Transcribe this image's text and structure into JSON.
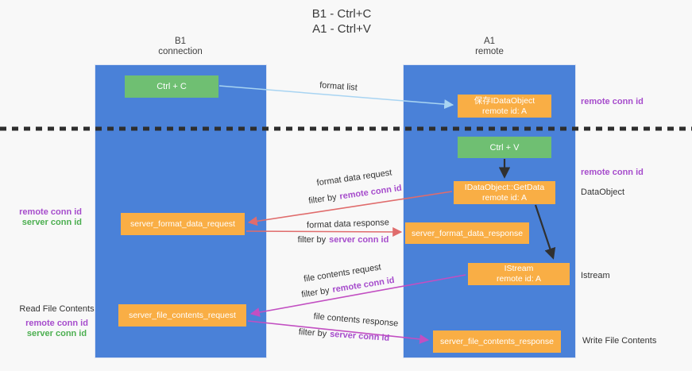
{
  "title": {
    "line1": "B1 - Ctrl+C",
    "line2": "A1 - Ctrl+V"
  },
  "lanes": {
    "left": {
      "title": "B1",
      "subtitle": "connection"
    },
    "right": {
      "title": "A1",
      "subtitle": "remote"
    }
  },
  "nodes": {
    "ctrl_c": {
      "label": "Ctrl + C"
    },
    "ctrl_v": {
      "label": "Ctrl + V"
    },
    "save_dataobject": {
      "line1": "保存IDataObject",
      "line2": "remote id: A"
    },
    "getdata": {
      "line1": "IDataObject::GetData",
      "line2": "remote id: A"
    },
    "istream": {
      "line1": "IStream",
      "line2": "remote id: A"
    },
    "server_format_data_request": {
      "label": "server_format_data_request"
    },
    "server_format_data_response": {
      "label": "server_format_data_response"
    },
    "server_file_contents_request": {
      "label": "server_file_contents_request"
    },
    "server_file_contents_response": {
      "label": "server_file_contents_response"
    }
  },
  "edges": {
    "format_list": {
      "label": "format list"
    },
    "format_data_request": {
      "label": "format data request",
      "filter_prefix": "filter by",
      "filter_value": "remote conn id"
    },
    "format_data_response": {
      "label": "format data response",
      "filter_prefix": "filter by",
      "filter_value": "server conn id"
    },
    "file_contents_request": {
      "label": "file contents request",
      "filter_prefix": "filter by",
      "filter_value": "remote conn id"
    },
    "file_contents_response": {
      "label": "file contents response",
      "filter_prefix": "filter by",
      "filter_value": "server conn id"
    }
  },
  "annotations": {
    "left_remote_conn_id": "remote conn id",
    "left_server_conn_id": "server conn id",
    "read_file_contents": "Read File Contents",
    "left_remote_conn_id_2": "remote conn id",
    "left_server_conn_id_2": "server conn id",
    "right_remote_conn_id_1": "remote conn id",
    "right_remote_conn_id_2": "remote conn id",
    "dataobject": "DataObject",
    "istream": "Istream",
    "write_file_contents": "Write File Contents"
  },
  "colors": {
    "lane-blue": "#4a81d8",
    "node-orange": "#F9AE45",
    "node-green": "#6FBF72",
    "arrow-lightblue": "#A8D4F2",
    "arrow-red": "#E06C6C",
    "arrow-magenta": "#C24FC2",
    "arrow-black": "#303030",
    "text-purple": "#A64CCC",
    "text-green": "#4CAF50",
    "text-dark": "#3A3A3A",
    "background": "#F8F8F8"
  }
}
